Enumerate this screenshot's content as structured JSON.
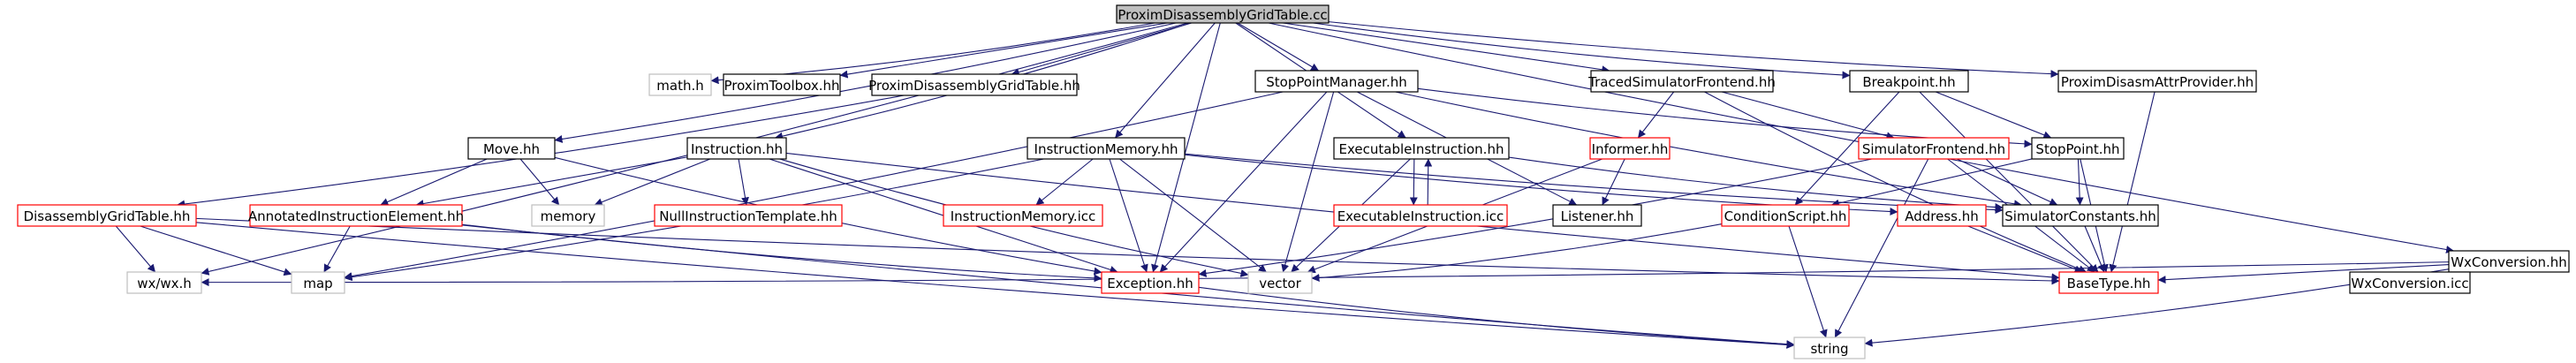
{
  "diagram": {
    "type": "include-dependency-graph",
    "colors": {
      "edge": "#191970",
      "root_fill": "#bfbfbf",
      "root_border": "#000000",
      "normal_fill": "#ffffff",
      "normal_border": "#000000",
      "truncated_border": "#ff0000",
      "system_border": "#bfbfbf",
      "text": "#000000"
    },
    "nodes": [
      {
        "id": "root",
        "label": "ProximDisassemblyGridTable.cc",
        "kind": "root"
      },
      {
        "id": "math",
        "label": "math.h",
        "kind": "system"
      },
      {
        "id": "toolbox",
        "label": "ProximToolbox.hh",
        "kind": "normal"
      },
      {
        "id": "pdgt_hh",
        "label": "ProximDisassemblyGridTable.hh",
        "kind": "normal"
      },
      {
        "id": "stoppointmgr",
        "label": "StopPointManager.hh",
        "kind": "normal"
      },
      {
        "id": "tracedsim",
        "label": "TracedSimulatorFrontend.hh",
        "kind": "normal"
      },
      {
        "id": "breakpoint",
        "label": "Breakpoint.hh",
        "kind": "normal"
      },
      {
        "id": "attrprov",
        "label": "ProximDisasmAttrProvider.hh",
        "kind": "normal"
      },
      {
        "id": "dgt",
        "label": "DisassemblyGridTable.hh",
        "kind": "truncated"
      },
      {
        "id": "move",
        "label": "Move.hh",
        "kind": "normal"
      },
      {
        "id": "instruction",
        "label": "Instruction.hh",
        "kind": "normal"
      },
      {
        "id": "instrmem",
        "label": "InstructionMemory.hh",
        "kind": "normal"
      },
      {
        "id": "execinstr",
        "label": "ExecutableInstruction.hh",
        "kind": "normal"
      },
      {
        "id": "informer",
        "label": "Informer.hh",
        "kind": "truncated"
      },
      {
        "id": "simfront",
        "label": "SimulatorFrontend.hh",
        "kind": "truncated"
      },
      {
        "id": "stoppoint",
        "label": "StopPoint.hh",
        "kind": "normal"
      },
      {
        "id": "annot",
        "label": "AnnotatedInstructionElement.hh",
        "kind": "truncated"
      },
      {
        "id": "memory",
        "label": "memory",
        "kind": "system"
      },
      {
        "id": "nullinstr",
        "label": "NullInstructionTemplate.hh",
        "kind": "truncated"
      },
      {
        "id": "instrmemicc",
        "label": "InstructionMemory.icc",
        "kind": "truncated"
      },
      {
        "id": "execicc",
        "label": "ExecutableInstruction.icc",
        "kind": "truncated"
      },
      {
        "id": "listener",
        "label": "Listener.hh",
        "kind": "normal"
      },
      {
        "id": "condscript",
        "label": "ConditionScript.hh",
        "kind": "truncated"
      },
      {
        "id": "address",
        "label": "Address.hh",
        "kind": "truncated"
      },
      {
        "id": "simconst",
        "label": "SimulatorConstants.hh",
        "kind": "normal"
      },
      {
        "id": "wxconv",
        "label": "WxConversion.hh",
        "kind": "normal"
      },
      {
        "id": "wxwx",
        "label": "wx/wx.h",
        "kind": "system"
      },
      {
        "id": "map",
        "label": "map",
        "kind": "system"
      },
      {
        "id": "exception",
        "label": "Exception.hh",
        "kind": "truncated"
      },
      {
        "id": "vector",
        "label": "vector",
        "kind": "system"
      },
      {
        "id": "basetype",
        "label": "BaseType.hh",
        "kind": "truncated"
      },
      {
        "id": "wxconvicc",
        "label": "WxConversion.icc",
        "kind": "normal"
      },
      {
        "id": "string",
        "label": "string",
        "kind": "system"
      }
    ],
    "edges": [
      [
        "root",
        "math"
      ],
      [
        "root",
        "toolbox"
      ],
      [
        "root",
        "pdgt_hh"
      ],
      [
        "root",
        "stoppointmgr"
      ],
      [
        "root",
        "tracedsim"
      ],
      [
        "root",
        "breakpoint"
      ],
      [
        "root",
        "attrprov"
      ],
      [
        "root",
        "wxconv"
      ],
      [
        "root",
        "instruction"
      ],
      [
        "root",
        "move"
      ],
      [
        "root",
        "instrmem"
      ],
      [
        "root",
        "execinstr"
      ],
      [
        "root",
        "exception"
      ],
      [
        "root",
        "wxwx"
      ],
      [
        "pdgt_hh",
        "dgt"
      ],
      [
        "stoppointmgr",
        "map"
      ],
      [
        "stoppointmgr",
        "exception"
      ],
      [
        "stoppointmgr",
        "vector"
      ],
      [
        "stoppointmgr",
        "listener"
      ],
      [
        "stoppointmgr",
        "simconst"
      ],
      [
        "stoppointmgr",
        "stoppoint"
      ],
      [
        "tracedsim",
        "informer"
      ],
      [
        "tracedsim",
        "simfront"
      ],
      [
        "tracedsim",
        "basetype"
      ],
      [
        "breakpoint",
        "stoppoint"
      ],
      [
        "breakpoint",
        "condscript"
      ],
      [
        "breakpoint",
        "basetype"
      ],
      [
        "attrprov",
        "basetype"
      ],
      [
        "dgt",
        "wxwx"
      ],
      [
        "dgt",
        "map"
      ],
      [
        "dgt",
        "string"
      ],
      [
        "dgt",
        "basetype"
      ],
      [
        "move",
        "annot"
      ],
      [
        "move",
        "memory"
      ],
      [
        "move",
        "exception"
      ],
      [
        "instruction",
        "annot"
      ],
      [
        "instruction",
        "memory"
      ],
      [
        "instruction",
        "nullinstr"
      ],
      [
        "instruction",
        "vector"
      ],
      [
        "instruction",
        "exception"
      ],
      [
        "instruction",
        "basetype"
      ],
      [
        "instrmem",
        "instrmemicc"
      ],
      [
        "instrmem",
        "exception"
      ],
      [
        "instrmem",
        "vector"
      ],
      [
        "instrmem",
        "map"
      ],
      [
        "instrmem",
        "address"
      ],
      [
        "instrmem",
        "simconst"
      ],
      [
        "execinstr",
        "execicc"
      ],
      [
        "execicc",
        "execinstr"
      ],
      [
        "execinstr",
        "vector"
      ],
      [
        "execinstr",
        "simconst"
      ],
      [
        "informer",
        "listener"
      ],
      [
        "informer",
        "vector"
      ],
      [
        "simfront",
        "exception"
      ],
      [
        "simfront",
        "simconst"
      ],
      [
        "simfront",
        "basetype"
      ],
      [
        "simfront",
        "string"
      ],
      [
        "stoppoint",
        "condscript"
      ],
      [
        "stoppoint",
        "simconst"
      ],
      [
        "stoppoint",
        "basetype"
      ],
      [
        "annot",
        "map"
      ],
      [
        "annot",
        "exception"
      ],
      [
        "annot",
        "string"
      ],
      [
        "condscript",
        "vector"
      ],
      [
        "condscript",
        "string"
      ],
      [
        "address",
        "basetype"
      ],
      [
        "simconst",
        "basetype"
      ],
      [
        "exception",
        "string"
      ],
      [
        "wxconv",
        "wxwx"
      ],
      [
        "wxconv",
        "basetype"
      ],
      [
        "wxconv",
        "wxconvicc"
      ],
      [
        "wxconv",
        "string"
      ]
    ]
  }
}
